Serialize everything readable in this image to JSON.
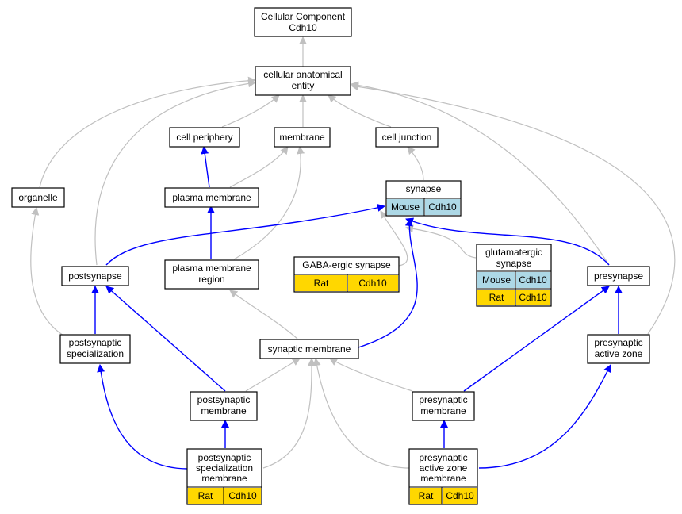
{
  "colors": {
    "is_a_edge": "#c0c0c0",
    "part_of_edge": "#0000ff",
    "mouse_fill": "#add8e6",
    "rat_fill": "#ffd700"
  },
  "nodes": {
    "root": [
      "Cellular Component",
      "Cdh10"
    ],
    "cellular_anatomical_entity": [
      "cellular anatomical",
      "entity"
    ],
    "cell_periphery": [
      "cell periphery"
    ],
    "membrane": [
      "membrane"
    ],
    "cell_junction": [
      "cell junction"
    ],
    "organelle": [
      "organelle"
    ],
    "plasma_membrane": [
      "plasma membrane"
    ],
    "synapse": [
      "synapse"
    ],
    "plasma_membrane_region": [
      "plasma membrane",
      "region"
    ],
    "gaba_ergic_synapse": [
      "GABA-ergic synapse"
    ],
    "glutamatergic_synapse": [
      "glutamatergic",
      "synapse"
    ],
    "postsynapse": [
      "postsynapse"
    ],
    "presynapse": [
      "presynapse"
    ],
    "postsynaptic_specialization": [
      "postsynaptic",
      "specialization"
    ],
    "synaptic_membrane": [
      "synaptic membrane"
    ],
    "presynaptic_active_zone": [
      "presynaptic",
      "active zone"
    ],
    "postsynaptic_membrane": [
      "postsynaptic",
      "membrane"
    ],
    "presynaptic_membrane": [
      "presynaptic",
      "membrane"
    ],
    "postsynaptic_specialization_membrane": [
      "postsynaptic",
      "specialization",
      "membrane"
    ],
    "presynaptic_active_zone_membrane": [
      "presynaptic",
      "active zone",
      "membrane"
    ]
  },
  "annotations": {
    "synapse": [
      [
        "Mouse",
        "Cdh10"
      ]
    ],
    "gaba_ergic_synapse": [
      [
        "Rat",
        "Cdh10"
      ]
    ],
    "glutamatergic_synapse": [
      [
        "Mouse",
        "Cdh10"
      ],
      [
        "Rat",
        "Cdh10"
      ]
    ],
    "postsynaptic_specialization_membrane": [
      [
        "Rat",
        "Cdh10"
      ]
    ],
    "presynaptic_active_zone_membrane": [
      [
        "Rat",
        "Cdh10"
      ]
    ]
  }
}
